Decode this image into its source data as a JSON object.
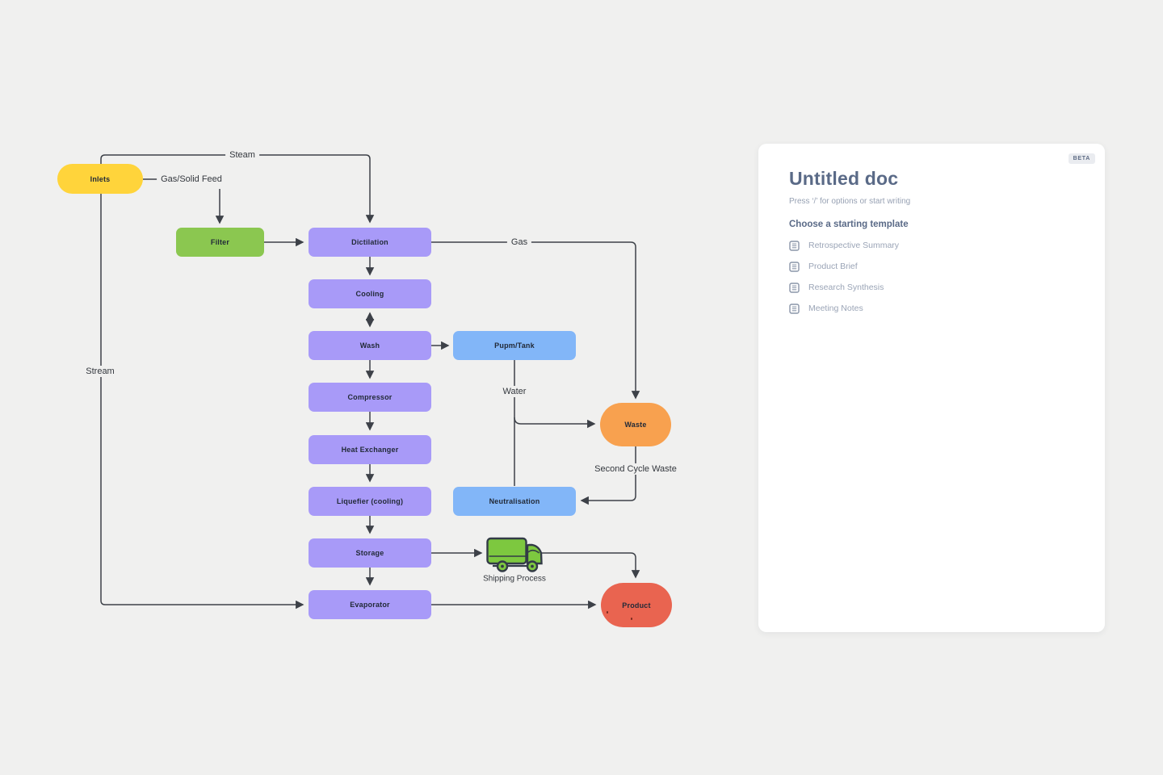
{
  "diagram": {
    "nodes": {
      "inlets": {
        "label": "Inlets",
        "color": "#FFD43B"
      },
      "filter": {
        "label": "Filter",
        "color": "#8BC750"
      },
      "dictilation": {
        "label": "Dictilation",
        "color": "#A89AF8"
      },
      "cooling": {
        "label": "Cooling",
        "color": "#A89AF8"
      },
      "wash": {
        "label": "Wash",
        "color": "#A89AF8"
      },
      "pupm_tank": {
        "label": "Pupm/Tank",
        "color": "#82B6F8"
      },
      "compressor": {
        "label": "Compressor",
        "color": "#A89AF8"
      },
      "heat_exchanger": {
        "label": "Heat Exchanger",
        "color": "#A89AF8"
      },
      "liquefier": {
        "label": "Liquefier (cooling)",
        "color": "#A89AF8"
      },
      "storage": {
        "label": "Storage",
        "color": "#A89AF8"
      },
      "evaporator": {
        "label": "Evaporator",
        "color": "#A89AF8"
      },
      "neutralisation": {
        "label": "Neutralisation",
        "color": "#82B6F8"
      },
      "waste": {
        "label": "Waste",
        "color": "#F8A14F"
      },
      "product": {
        "label": "Product",
        "color": "#E96450"
      }
    },
    "connector_labels": {
      "steam": "Steam",
      "gas_solid_feed": "Gas/Solid Feed",
      "gas": "Gas",
      "water": "Water",
      "stream": "Stream",
      "second_cycle_waste": "Second Cycle Waste",
      "shipping_process": "Shipping Process"
    },
    "icons": {
      "shipping_truck": "truck-icon"
    },
    "connector_color": "#3D4148"
  },
  "doc_panel": {
    "beta_badge": "BETA",
    "title": "Untitled doc",
    "placeholder": "Press ‘/’ for options or start writing",
    "templates_heading": "Choose a starting template",
    "template_icon": "document-icon",
    "templates": [
      {
        "label": "Retrospective Summary"
      },
      {
        "label": "Product Brief"
      },
      {
        "label": "Research Synthesis"
      },
      {
        "label": "Meeting Notes"
      }
    ]
  },
  "colors": {
    "canvas_background": "#F0F0EF",
    "panel_background": "#FFFFFF",
    "heading_text": "#5A6A87",
    "secondary_text": "#97A1B3"
  }
}
